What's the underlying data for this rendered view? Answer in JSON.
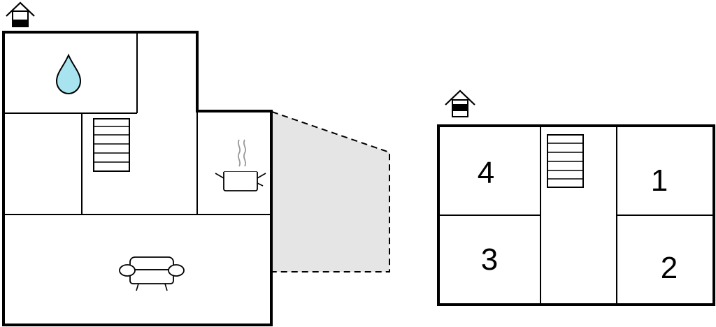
{
  "floors": [
    {
      "name": "ground-floor",
      "icons": [
        "house-entrance-icon",
        "water-drop-icon",
        "staircase-icon",
        "cooking-pot-icon",
        "sofa-icon"
      ],
      "terrace": {
        "fill": "#e5e5e5",
        "style": "dashed"
      }
    },
    {
      "name": "upper-floor",
      "icons": [
        "house-entrance-icon",
        "staircase-icon"
      ],
      "rooms": [
        {
          "label": "4"
        },
        {
          "label": "1"
        },
        {
          "label": "3"
        },
        {
          "label": "2"
        }
      ]
    }
  ],
  "colors": {
    "water_drop": "#a8e4ef",
    "terrace": "#e5e5e5",
    "wall": "#000000"
  }
}
